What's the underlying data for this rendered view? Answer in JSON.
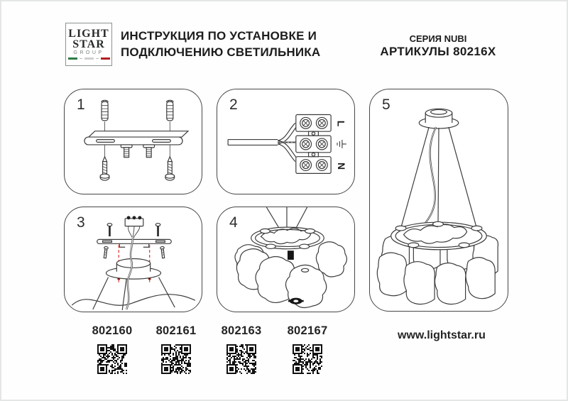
{
  "header": {
    "logo": {
      "line1": "LIGHT",
      "line2": "STAR",
      "line3": "GROUP"
    },
    "title_line1": "ИНСТРУКЦИЯ ПО УСТАНОВКЕ И",
    "title_line2": "ПОДКЛЮЧЕНИЮ СВЕТИЛЬНИКА",
    "series_label": "СЕРИЯ NUBI",
    "articles_label": "АРТИКУЛЫ 80216X"
  },
  "steps": [
    {
      "number": "1",
      "illustration": "mounting-bracket-with-wall-plugs-and-screws"
    },
    {
      "number": "2",
      "illustration": "terminal-block-wiring",
      "terminals": {
        "live": "L",
        "earth": "⏚",
        "neutral": "N"
      }
    },
    {
      "number": "3",
      "illustration": "canopy-aligned-to-bracket-studs"
    },
    {
      "number": "4",
      "illustration": "shade-segment-attached-with-lock-nut"
    },
    {
      "number": "5",
      "illustration": "assembled-pendant-luminaire"
    }
  ],
  "footer": {
    "article_codes": [
      "802160",
      "802161",
      "802163",
      "802167"
    ],
    "website": "www.lightstar.ru"
  },
  "colors": {
    "accent_red": "#e04038",
    "dark_red_dot": "#8d1b15",
    "line": "#3c3c3c",
    "flag_green": "#2e7d46",
    "flag_white": "#cfd1d1",
    "flag_red": "#b22023"
  }
}
